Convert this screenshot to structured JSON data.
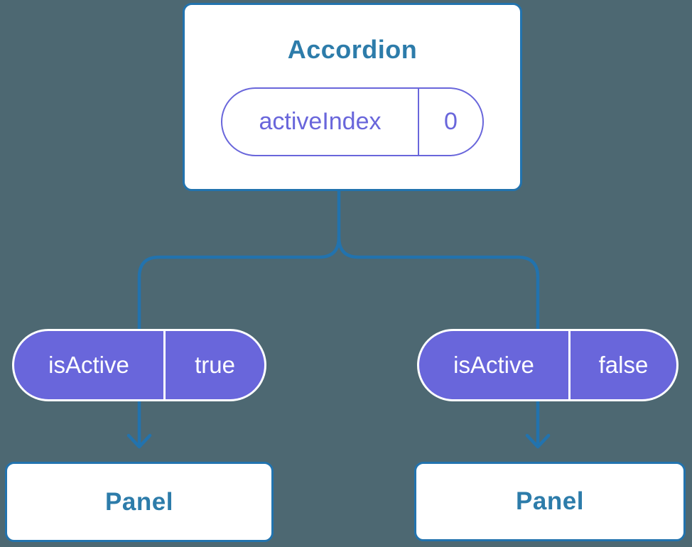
{
  "colors": {
    "background": "#4D6872",
    "line_blue": "#2273AE",
    "text_blue": "#2D7CAA",
    "purple": "#6966DB"
  },
  "diagram": {
    "root": {
      "title": "Accordion",
      "state_pill": {
        "label": "activeIndex",
        "value": "0"
      }
    },
    "children": [
      {
        "prop_pill": {
          "label": "isActive",
          "value": "true"
        },
        "node": {
          "title": "Panel"
        }
      },
      {
        "prop_pill": {
          "label": "isActive",
          "value": "false"
        },
        "node": {
          "title": "Panel"
        }
      }
    ]
  }
}
